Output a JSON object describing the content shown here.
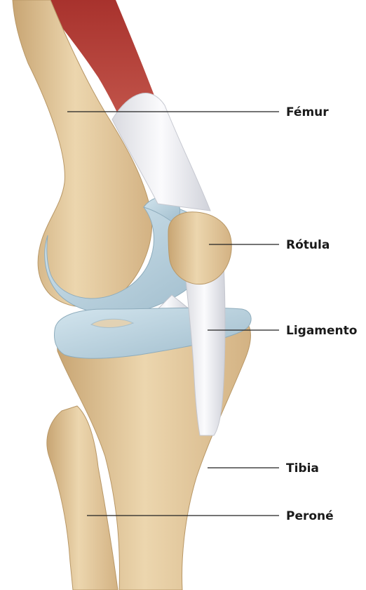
{
  "labels": {
    "femur": "Fémur",
    "rotula": "Rótula",
    "ligamento": "Ligamento",
    "tibia": "Tibia",
    "perone": "Peroné"
  },
  "colors": {
    "bone": "#e8cfa3",
    "bone_shade": "#c9a877",
    "cartilage": "#b9d3e0",
    "muscle": "#b8413a",
    "tendon": "#eeeef2",
    "leader_line": "#222222"
  }
}
